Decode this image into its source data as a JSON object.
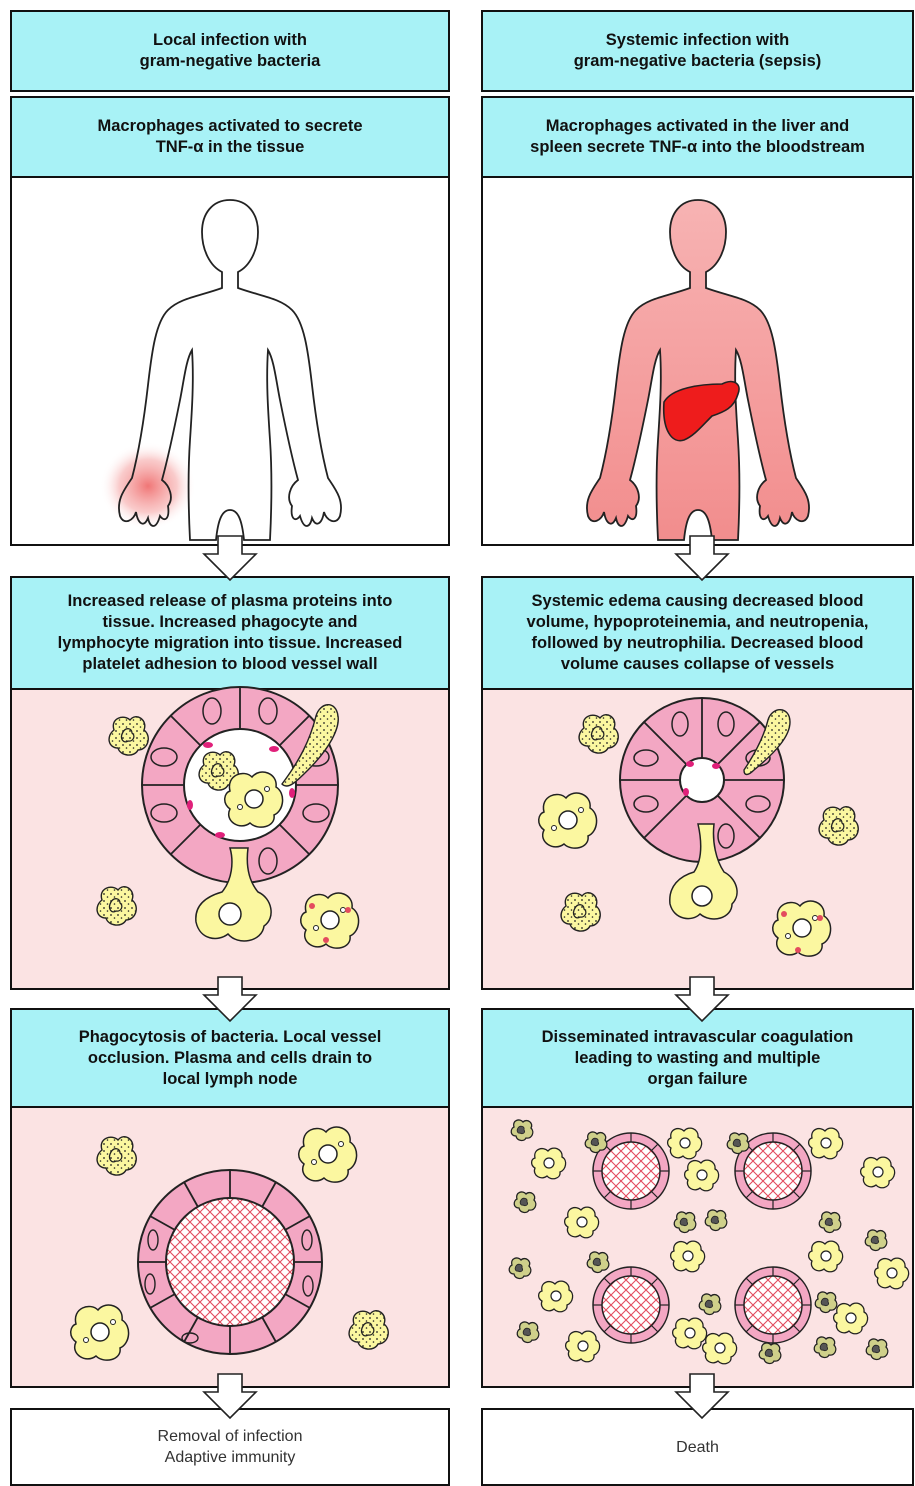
{
  "left": {
    "header": "Local infection with\ngram-negative bacteria",
    "step1": "Macrophages activated to secrete\nTNF-α in the tissue",
    "step2": "Increased release of plasma proteins into\ntissue. Increased phagocyte and\nlymphocyte migration into tissue. Increased\nplatelet adhesion to blood vessel wall",
    "step3": "Phagocytosis of bacteria. Local vessel\nocclusion. Plasma and cells drain to\nlocal lymph node",
    "outcome": "Removal of infection\nAdaptive immunity"
  },
  "right": {
    "header": "Systemic infection with\ngram-negative bacteria (sepsis)",
    "step1": "Macrophages activated in the liver and\nspleen secrete TNF-α into the bloodstream",
    "step2": "Systemic edema causing decreased blood\nvolume, hypoproteinemia, and neutropenia,\nfollowed by neutrophilia. Decreased blood\nvolume causes collapse of vessels",
    "step3": "Disseminated intravascular coagulation\nleading to wasting and multiple\norgan failure",
    "outcome": "Death"
  },
  "colors": {
    "caption_bg": "#a8f2f6",
    "panel_bg": "#fbe3e3",
    "cell_pink": "#f3a7c3",
    "cell_yellow": "#fbf7a0",
    "body_red": "#f39a9a",
    "liver_red": "#ee1c1c",
    "clot_red": "#e34b5e"
  }
}
